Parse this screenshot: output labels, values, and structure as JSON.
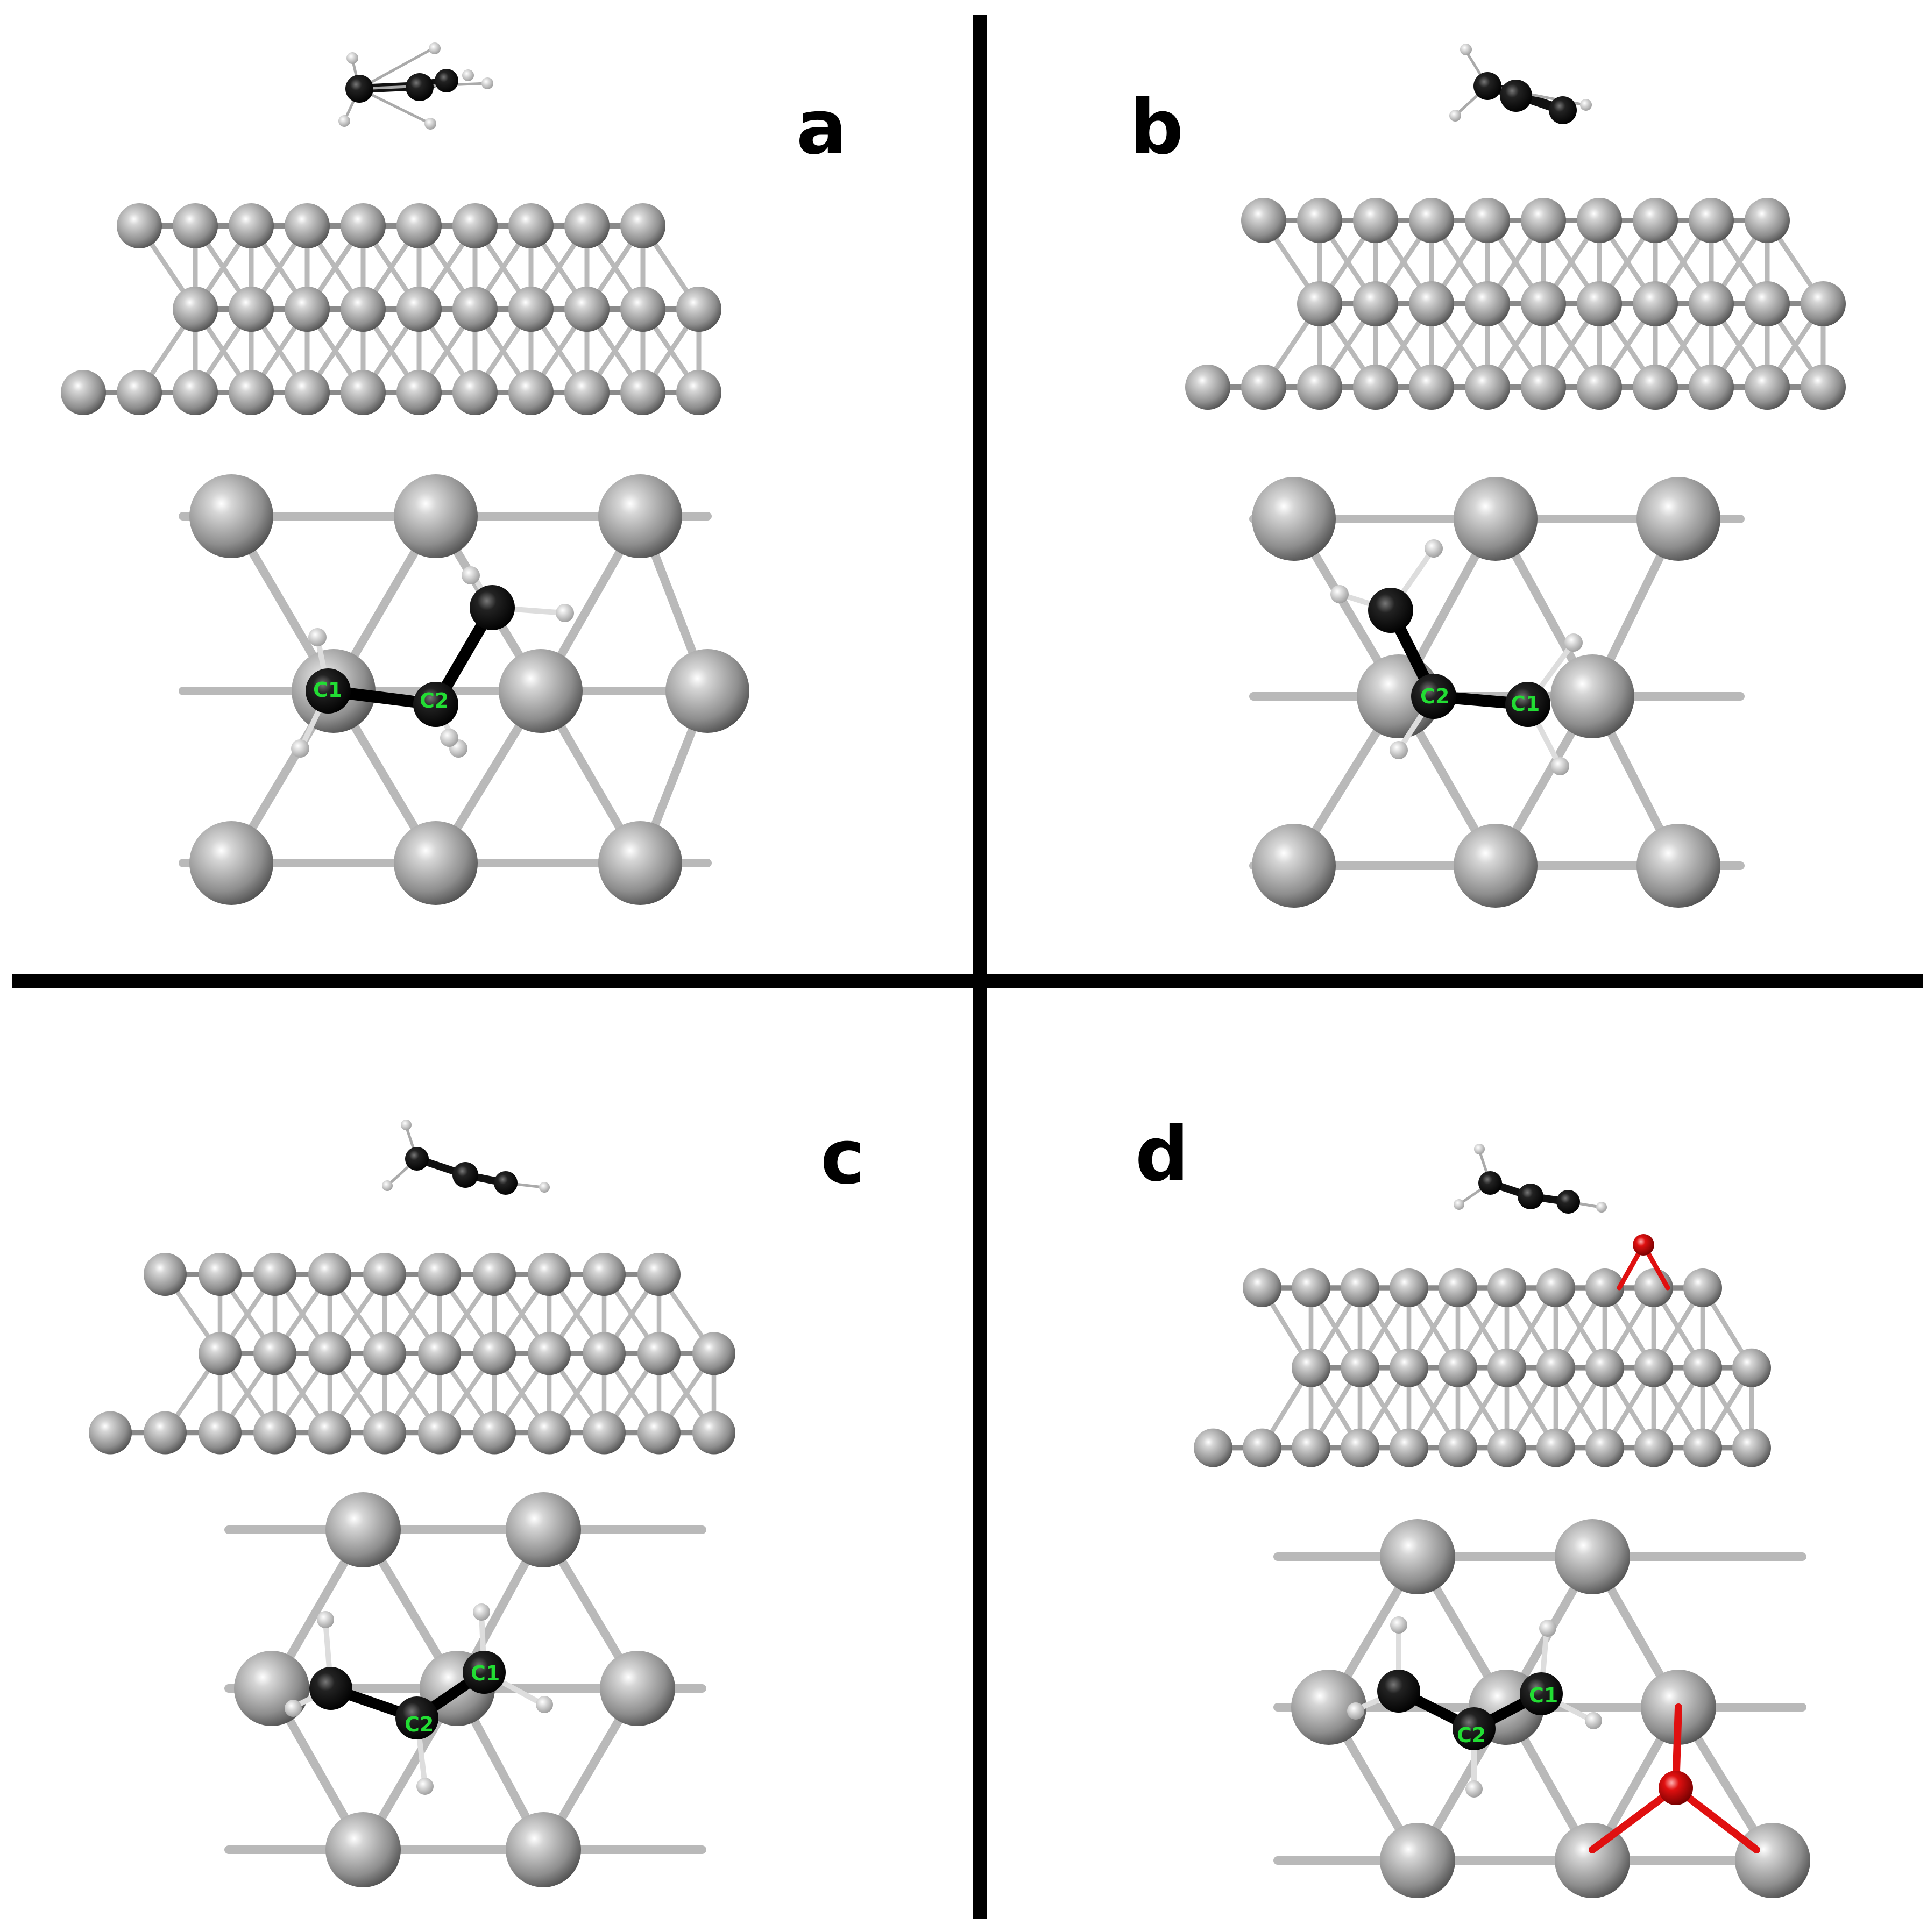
{
  "figure": {
    "panels": [
      {
        "id": "a",
        "label": "a",
        "atom_labels": [
          "C1",
          "C2"
        ],
        "surface_oxygen": false
      },
      {
        "id": "b",
        "label": "b",
        "atom_labels": [
          "C2",
          "C1"
        ],
        "surface_oxygen": false
      },
      {
        "id": "c",
        "label": "c",
        "atom_labels": [
          "C2",
          "C1"
        ],
        "surface_oxygen": false
      },
      {
        "id": "d",
        "label": "d",
        "atom_labels": [
          "C2",
          "C1"
        ],
        "surface_oxygen": true
      }
    ],
    "colors": {
      "metal_atom": "#9a9a9a",
      "carbon_atom": "#111111",
      "hydrogen_atom": "#e6e6e6",
      "oxygen_atom": "#e01010",
      "atom_label_text": "#22dd33",
      "divider": "#000000",
      "background": "#ffffff"
    }
  }
}
